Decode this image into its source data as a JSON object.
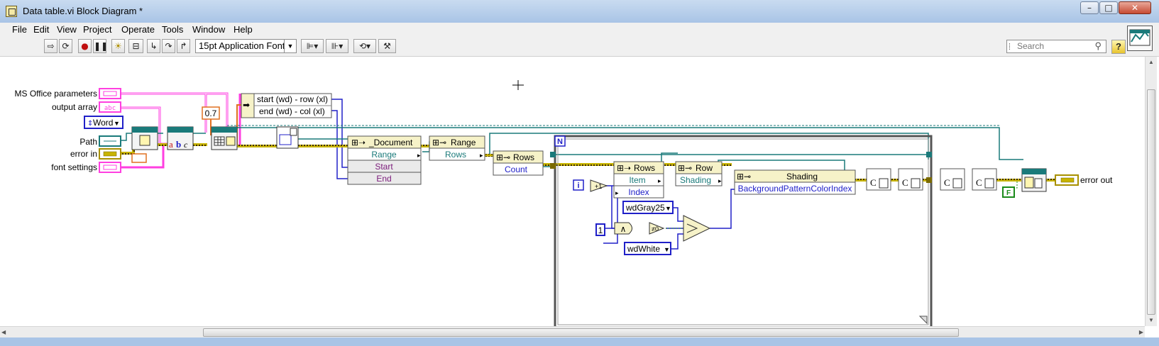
{
  "window": {
    "title": "Data table.vi Block Diagram *",
    "controls": {
      "minimize": "–",
      "maximize": "□",
      "close": "✕"
    }
  },
  "menu": {
    "items": [
      "File",
      "Edit",
      "View",
      "Project",
      "Operate",
      "Tools",
      "Window",
      "Help"
    ]
  },
  "toolbar": {
    "buttons": [
      "run-arrow-icon",
      "run-continuously-icon",
      "abort-icon",
      "pause-icon",
      "highlight-execution-icon",
      "retain-wire-values-icon",
      "step-into-icon",
      "step-over-icon",
      "step-out-icon"
    ],
    "font": "15pt Application Font",
    "align_buttons": [
      "align-objects-icon",
      "distribute-objects-icon",
      "reorder-icon",
      "cleanup-diagram-icon"
    ],
    "search_placeholder": "Search",
    "help": "?"
  },
  "diagram": {
    "terminals": {
      "ms_office_parameters": "MS Office parameters",
      "output_array": "output array",
      "word_enum": "Word",
      "path": "Path",
      "error_in": "error in",
      "font_settings": "font settings",
      "error_out": "error out"
    },
    "constants": {
      "value_07": "0.7",
      "one": "1",
      "wd_gray25": "wdGray25",
      "wd_white": "wdWhite",
      "false_const": "F",
      "n_label": "N",
      "i_label": "i"
    },
    "bundle_labels": {
      "start": "start (wd) - row (xl)",
      "end": "end (wd) - col (xl)"
    },
    "nodes": {
      "document": {
        "title": "_Document",
        "rows": [
          "Range",
          "Start",
          "End"
        ]
      },
      "range": {
        "title": "Range",
        "rows": [
          "Rows"
        ]
      },
      "rows1": {
        "title": "Rows",
        "rows": [
          "Count"
        ]
      },
      "rows2": {
        "title": "Rows",
        "rows": [
          "Item",
          "Index"
        ]
      },
      "row": {
        "title": "Row",
        "rows": [
          "Shading"
        ]
      },
      "shading": {
        "title": "Shading",
        "rows": [
          "BackgroundPatternColorIndex"
        ]
      }
    },
    "primitives": {
      "increment": "+1",
      "and": "∧",
      "not_equal_zero": "≠0",
      "abc": "abc"
    }
  },
  "colors": {
    "error_wire": "#c8b400",
    "refnum_wire": "#1a7a7a",
    "string_wire": "#ff3fe0",
    "numeric_wire": "#2020c8",
    "orange_wire": "#e07020",
    "property_header": "#f6f2c8",
    "loop_border": "#555555"
  }
}
